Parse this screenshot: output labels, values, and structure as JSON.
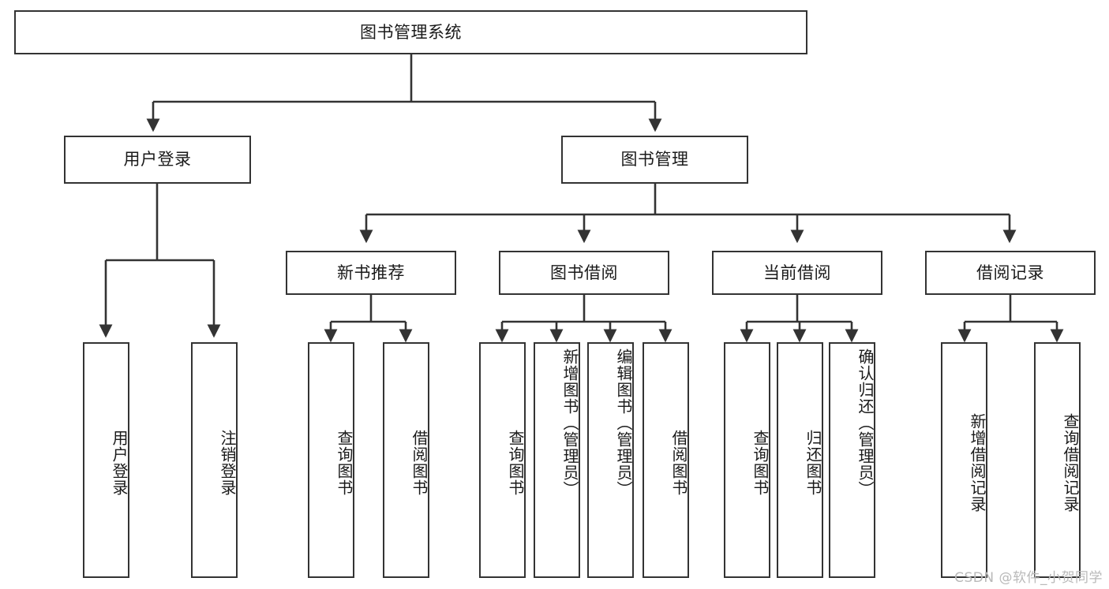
{
  "diagram": {
    "title": "图书管理系统",
    "type": "tree",
    "root": {
      "label": "图书管理系统"
    },
    "level2": [
      {
        "id": "user-login",
        "label": "用户登录"
      },
      {
        "id": "book-management",
        "label": "图书管理"
      }
    ],
    "level3": [
      {
        "id": "new-book-recommend",
        "label": "新书推荐",
        "parent": "book-management"
      },
      {
        "id": "book-borrow",
        "label": "图书借阅",
        "parent": "book-management"
      },
      {
        "id": "current-borrow",
        "label": "当前借阅",
        "parent": "book-management"
      },
      {
        "id": "borrow-record",
        "label": "借阅记录",
        "parent": "book-management"
      }
    ],
    "leaves": [
      {
        "id": "leaf-user-login",
        "label": "用户登录",
        "parent": "user-login"
      },
      {
        "id": "leaf-logout",
        "label": "注销登录",
        "parent": "user-login"
      },
      {
        "id": "leaf-query-book-1",
        "label": "查询图书",
        "parent": "new-book-recommend"
      },
      {
        "id": "leaf-borrow-book-1",
        "label": "借阅图书",
        "parent": "new-book-recommend"
      },
      {
        "id": "leaf-query-book-2",
        "label": "查询图书",
        "parent": "book-borrow"
      },
      {
        "id": "leaf-add-book",
        "label": "新增图书（管理员）",
        "parent": "book-borrow"
      },
      {
        "id": "leaf-edit-book",
        "label": "编辑图书（管理员）",
        "parent": "book-borrow"
      },
      {
        "id": "leaf-borrow-book-2",
        "label": "借阅图书",
        "parent": "book-borrow"
      },
      {
        "id": "leaf-query-book-3",
        "label": "查询图书",
        "parent": "current-borrow"
      },
      {
        "id": "leaf-return-book",
        "label": "归还图书",
        "parent": "current-borrow"
      },
      {
        "id": "leaf-confirm-return",
        "label": "确认归还（管理员）",
        "parent": "current-borrow"
      },
      {
        "id": "leaf-add-record",
        "label": "新增借阅记录",
        "parent": "borrow-record"
      },
      {
        "id": "leaf-query-record",
        "label": "查询借阅记录",
        "parent": "borrow-record"
      }
    ],
    "colors": {
      "border": "#333333",
      "background": "#ffffff",
      "text": "#1a1a1a",
      "connector": "#333333",
      "watermark": "#b9b9b9"
    }
  },
  "watermark": {
    "text": "CSDN @软件_小贺同学"
  }
}
